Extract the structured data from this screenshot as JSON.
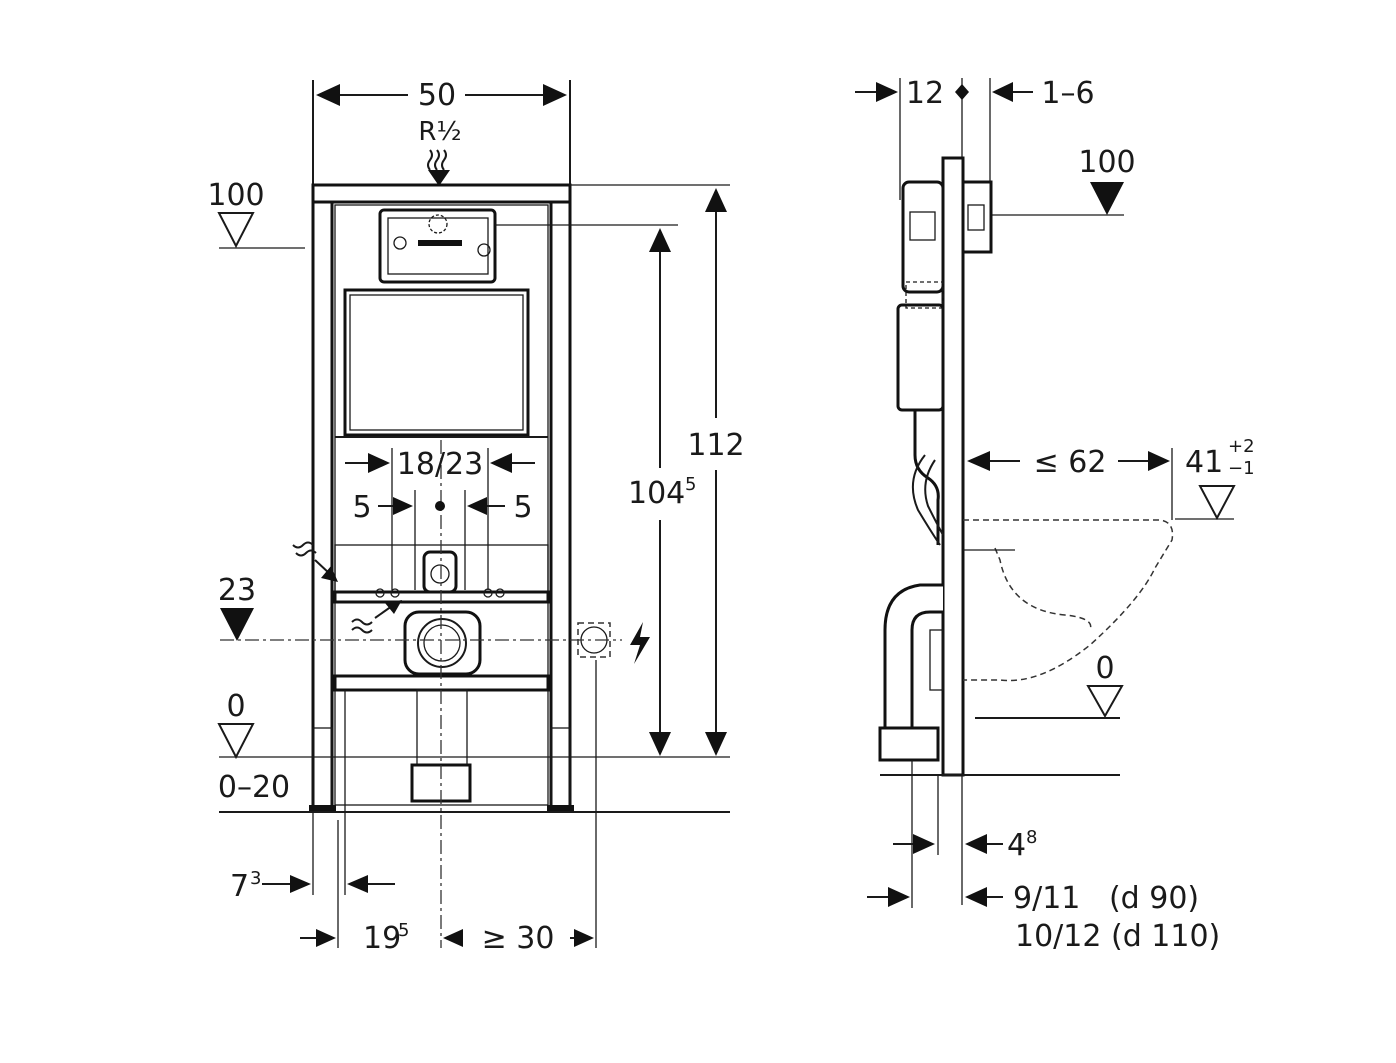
{
  "front_view": {
    "width_label": "50",
    "water_label": "R½",
    "height_total": "112",
    "height_flush": "104",
    "height_flush_sup": "5",
    "bolt_distance": "18/23",
    "offset_left": "5",
    "offset_right": "5",
    "level_100": "100",
    "level_23": "23",
    "level_0": "0",
    "floor_range": "0–20",
    "foot_offset": "7",
    "foot_offset_sup": "3",
    "pipe_offset": "19",
    "pipe_offset_sup": "5",
    "min_distance": "≥ 30"
  },
  "side_view": {
    "depth_top": "12",
    "wall_gap": "1–6",
    "level_100": "100",
    "projection": "≤ 62",
    "bowl_height": "41",
    "bowl_tol_plus": "+2",
    "bowl_tol_minus": "−1",
    "level_0": "0",
    "pipe_gap": "4",
    "pipe_gap_sup": "8",
    "pipe_d90": "9/11   (d 90)",
    "pipe_d110": "10/12 (d 110)"
  }
}
